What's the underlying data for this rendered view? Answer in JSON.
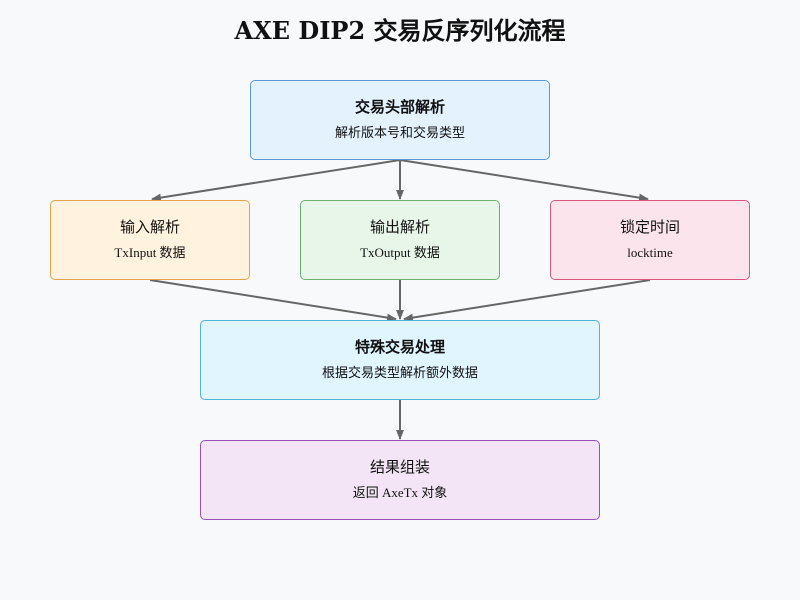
{
  "title": "AXE DIP2 交易反序列化流程",
  "nodes": {
    "header": {
      "label": "交易头部解析",
      "sub": "解析版本号和交易类型"
    },
    "input": {
      "label": "输入解析",
      "sub": "TxInput 数据"
    },
    "output": {
      "label": "输出解析",
      "sub": "TxOutput 数据"
    },
    "lock": {
      "label": "锁定时间",
      "sub": "locktime"
    },
    "special": {
      "label": "特殊交易处理",
      "sub": "根据交易类型解析额外数据"
    },
    "result": {
      "label": "结果组装",
      "sub": "返回 AxeTx 对象"
    }
  },
  "colors": {
    "arrow": "#666666"
  }
}
